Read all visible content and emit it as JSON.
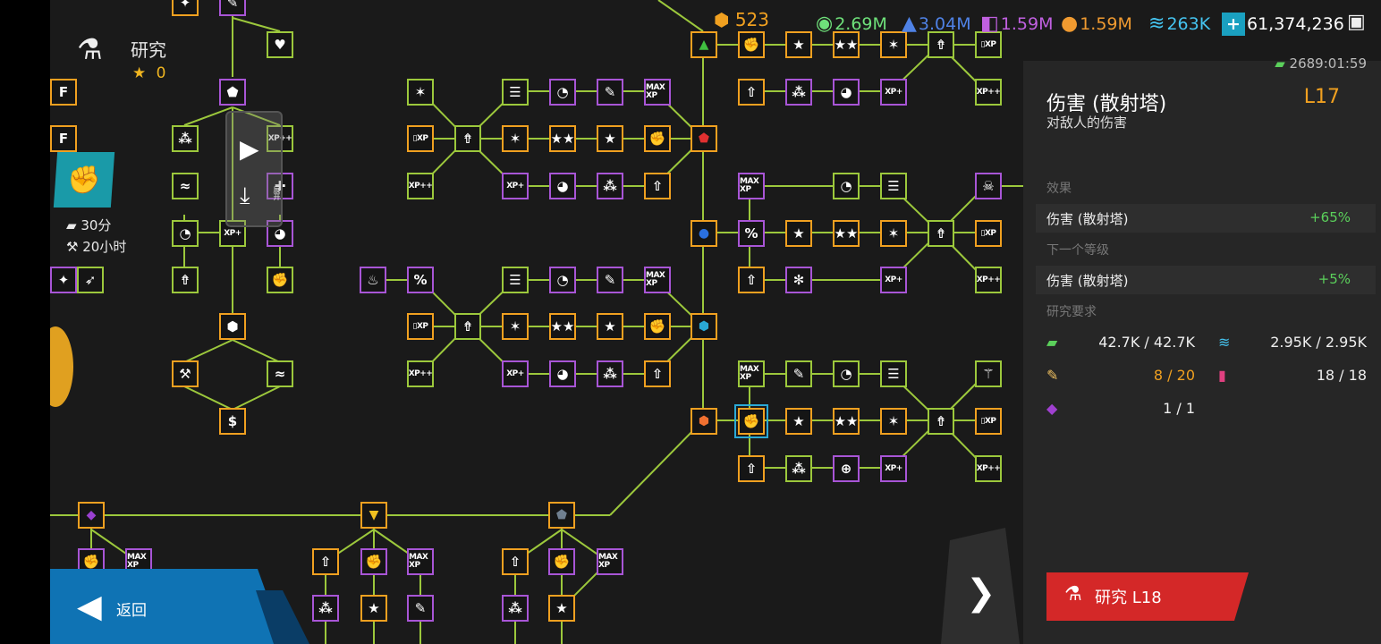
{
  "research": {
    "title": "研究",
    "stars": "0",
    "time1": "30分",
    "time2": "20小时",
    "video_label": "展开"
  },
  "resources": {
    "ticket": "523",
    "green": "2.69M",
    "blue": "3.04M",
    "purple": "1.59M",
    "orange": "1.59M",
    "cyan": "263K",
    "coins": "61,374,236"
  },
  "panel": {
    "timer": "2689:01:59",
    "title": "伤害 (散射塔)",
    "level": "L17",
    "subtitle": "对敌人的伤害",
    "effect_header": "效果",
    "effect_name": "伤害 (散射塔)",
    "effect_value": "+65%",
    "next_header": "下一个等级",
    "next_name": "伤害 (散射塔)",
    "next_value": "+5%",
    "req_header": "研究要求",
    "req": [
      {
        "value": "42.7K / 42.7K",
        "color": "#eeeeee"
      },
      {
        "value": "2.95K / 2.95K",
        "color": "#eeeeee"
      },
      {
        "value": "8 / 20",
        "color": "#f0a020"
      },
      {
        "value": "18 / 18",
        "color": "#eeeeee"
      },
      {
        "value": "1 / 1",
        "color": "#eeeeee"
      }
    ],
    "research_button": "研究 L18"
  },
  "back": {
    "label": "返回"
  },
  "icons": {
    "research": "flask-icon",
    "back": "back-arrow-icon",
    "next": "chevron-right-icon",
    "video": "play-icon"
  }
}
